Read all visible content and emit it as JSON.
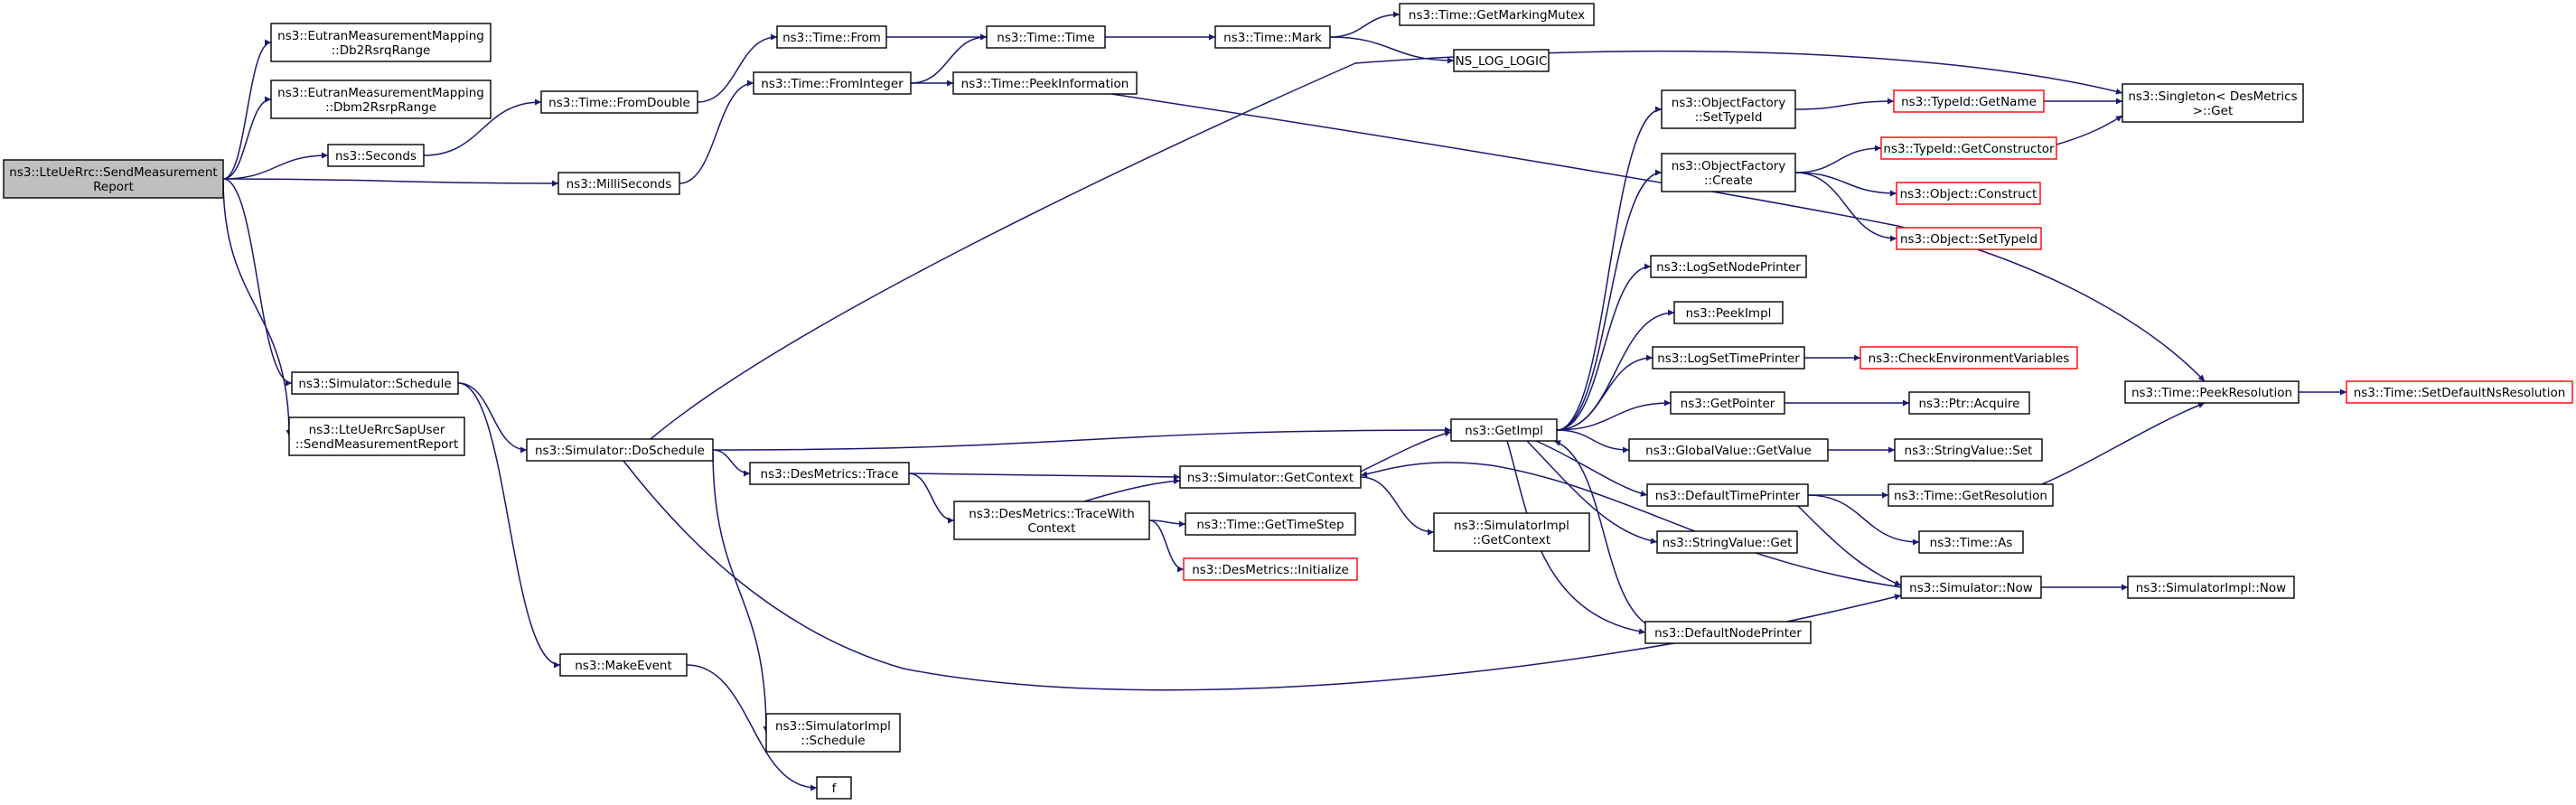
{
  "diagram": {
    "colors": {
      "edge": "#191970",
      "node_border": "#000000",
      "node_border_red": "#ff0000",
      "root_fill": "#bfbfbf",
      "background": "#ffffff"
    },
    "nodes": [
      {
        "id": "root",
        "lines": [
          "ns3::LteUeRrc::SendMeasurement",
          "Report"
        ],
        "kind": "root"
      },
      {
        "id": "db2",
        "lines": [
          "ns3::EutranMeasurementMapping",
          "::Db2RsrqRange"
        ],
        "kind": "normal"
      },
      {
        "id": "dbm2",
        "lines": [
          "ns3::EutranMeasurementMapping",
          "::Dbm2RsrpRange"
        ],
        "kind": "normal"
      },
      {
        "id": "sec",
        "lines": [
          "ns3::Seconds"
        ],
        "kind": "normal"
      },
      {
        "id": "milli",
        "lines": [
          "ns3::MilliSeconds"
        ],
        "kind": "normal"
      },
      {
        "id": "fromdbl",
        "lines": [
          "ns3::Time::FromDouble"
        ],
        "kind": "normal"
      },
      {
        "id": "from",
        "lines": [
          "ns3::Time::From"
        ],
        "kind": "normal"
      },
      {
        "id": "fromint",
        "lines": [
          "ns3::Time::FromInteger"
        ],
        "kind": "normal"
      },
      {
        "id": "time",
        "lines": [
          "ns3::Time::Time"
        ],
        "kind": "normal"
      },
      {
        "id": "peekinfo",
        "lines": [
          "ns3::Time::PeekInformation"
        ],
        "kind": "normal"
      },
      {
        "id": "mark",
        "lines": [
          "ns3::Time::Mark"
        ],
        "kind": "normal"
      },
      {
        "id": "mutex",
        "lines": [
          "ns3::Time::GetMarkingMutex"
        ],
        "kind": "normal"
      },
      {
        "id": "nslog",
        "lines": [
          "NS_LOG_LOGIC"
        ],
        "kind": "normal"
      },
      {
        "id": "sched",
        "lines": [
          "ns3::Simulator::Schedule"
        ],
        "kind": "normal"
      },
      {
        "id": "sapuser",
        "lines": [
          "ns3::LteUeRrcSapUser",
          "::SendMeasurementReport"
        ],
        "kind": "normal"
      },
      {
        "id": "dosched",
        "lines": [
          "ns3::Simulator::DoSchedule"
        ],
        "kind": "normal"
      },
      {
        "id": "mkevent",
        "lines": [
          "ns3::MakeEvent"
        ],
        "kind": "normal"
      },
      {
        "id": "f",
        "lines": [
          "f"
        ],
        "kind": "normal"
      },
      {
        "id": "implsch",
        "lines": [
          "ns3::SimulatorImpl",
          "::Schedule"
        ],
        "kind": "normal"
      },
      {
        "id": "trace",
        "lines": [
          "ns3::DesMetrics::Trace"
        ],
        "kind": "normal"
      },
      {
        "id": "tracewc",
        "lines": [
          "ns3::DesMetrics::TraceWith",
          "Context"
        ],
        "kind": "normal"
      },
      {
        "id": "getctx",
        "lines": [
          "ns3::Simulator::GetContext"
        ],
        "kind": "normal"
      },
      {
        "id": "tstep",
        "lines": [
          "ns3::Time::GetTimeStep"
        ],
        "kind": "normal"
      },
      {
        "id": "dminit",
        "lines": [
          "ns3::DesMetrics::Initialize"
        ],
        "kind": "red"
      },
      {
        "id": "implctx",
        "lines": [
          "ns3::SimulatorImpl",
          "::GetContext"
        ],
        "kind": "normal"
      },
      {
        "id": "getimpl",
        "lines": [
          "ns3::GetImpl"
        ],
        "kind": "normal"
      },
      {
        "id": "ofsettid",
        "lines": [
          "ns3::ObjectFactory",
          "::SetTypeId"
        ],
        "kind": "normal"
      },
      {
        "id": "ofcreate",
        "lines": [
          "ns3::ObjectFactory",
          "::Create"
        ],
        "kind": "normal"
      },
      {
        "id": "lognp",
        "lines": [
          "ns3::LogSetNodePrinter"
        ],
        "kind": "normal"
      },
      {
        "id": "peekimpl",
        "lines": [
          "ns3::PeekImpl"
        ],
        "kind": "normal"
      },
      {
        "id": "logtp",
        "lines": [
          "ns3::LogSetTimePrinter"
        ],
        "kind": "normal"
      },
      {
        "id": "getptr",
        "lines": [
          "ns3::GetPointer"
        ],
        "kind": "normal"
      },
      {
        "id": "gvget",
        "lines": [
          "ns3::GlobalValue::GetValue"
        ],
        "kind": "normal"
      },
      {
        "id": "deftp",
        "lines": [
          "ns3::DefaultTimePrinter"
        ],
        "kind": "normal"
      },
      {
        "id": "svget",
        "lines": [
          "ns3::StringValue::Get"
        ],
        "kind": "normal"
      },
      {
        "id": "defnp",
        "lines": [
          "ns3::DefaultNodePrinter"
        ],
        "kind": "normal"
      },
      {
        "id": "tidname",
        "lines": [
          "ns3::TypeId::GetName"
        ],
        "kind": "red"
      },
      {
        "id": "tidctor",
        "lines": [
          "ns3::TypeId::GetConstructor"
        ],
        "kind": "red"
      },
      {
        "id": "objcon",
        "lines": [
          "ns3::Object::Construct"
        ],
        "kind": "red"
      },
      {
        "id": "objstid",
        "lines": [
          "ns3::Object::SetTypeId"
        ],
        "kind": "red"
      },
      {
        "id": "checkenv",
        "lines": [
          "ns3::CheckEnvironmentVariables"
        ],
        "kind": "red"
      },
      {
        "id": "ptracq",
        "lines": [
          "ns3::Ptr::Acquire"
        ],
        "kind": "normal"
      },
      {
        "id": "svset",
        "lines": [
          "ns3::StringValue::Set"
        ],
        "kind": "normal"
      },
      {
        "id": "getres",
        "lines": [
          "ns3::Time::GetResolution"
        ],
        "kind": "normal"
      },
      {
        "id": "timeas",
        "lines": [
          "ns3::Time::As"
        ],
        "kind": "normal"
      },
      {
        "id": "simnow",
        "lines": [
          "ns3::Simulator::Now"
        ],
        "kind": "normal"
      },
      {
        "id": "singleton",
        "lines": [
          "ns3::Singleton< DesMetrics",
          ">::Get"
        ],
        "kind": "normal"
      },
      {
        "id": "peekres",
        "lines": [
          "ns3::Time::PeekResolution"
        ],
        "kind": "normal"
      },
      {
        "id": "setdefres",
        "lines": [
          "ns3::Time::SetDefaultNsResolution"
        ],
        "kind": "red"
      },
      {
        "id": "implnow",
        "lines": [
          "ns3::SimulatorImpl::Now"
        ],
        "kind": "normal"
      }
    ],
    "edges": [
      [
        "root",
        "db2"
      ],
      [
        "root",
        "dbm2"
      ],
      [
        "root",
        "sec"
      ],
      [
        "root",
        "milli"
      ],
      [
        "root",
        "sched"
      ],
      [
        "root",
        "sapuser"
      ],
      [
        "sec",
        "fromdbl"
      ],
      [
        "fromdbl",
        "from"
      ],
      [
        "from",
        "time"
      ],
      [
        "milli",
        "fromint"
      ],
      [
        "fromint",
        "time"
      ],
      [
        "fromint",
        "peekinfo"
      ],
      [
        "time",
        "mark"
      ],
      [
        "mark",
        "mutex"
      ],
      [
        "mark",
        "nslog"
      ],
      [
        "peekinfo",
        "peekres"
      ],
      [
        "sched",
        "dosched"
      ],
      [
        "sched",
        "mkevent"
      ],
      [
        "mkevent",
        "f"
      ],
      [
        "dosched",
        "singleton"
      ],
      [
        "dosched",
        "getimpl"
      ],
      [
        "dosched",
        "trace"
      ],
      [
        "dosched",
        "implsch"
      ],
      [
        "dosched",
        "simnow"
      ],
      [
        "trace",
        "getctx"
      ],
      [
        "trace",
        "tracewc"
      ],
      [
        "tracewc",
        "getctx"
      ],
      [
        "tracewc",
        "tstep"
      ],
      [
        "tracewc",
        "dminit"
      ],
      [
        "getctx",
        "getimpl"
      ],
      [
        "getctx",
        "implctx"
      ],
      [
        "getimpl",
        "ofsettid"
      ],
      [
        "getimpl",
        "ofcreate"
      ],
      [
        "getimpl",
        "lognp"
      ],
      [
        "getimpl",
        "peekimpl"
      ],
      [
        "getimpl",
        "logtp"
      ],
      [
        "getimpl",
        "getptr"
      ],
      [
        "getimpl",
        "gvget"
      ],
      [
        "getimpl",
        "deftp"
      ],
      [
        "getimpl",
        "svget"
      ],
      [
        "getimpl",
        "defnp"
      ],
      [
        "ofsettid",
        "tidname"
      ],
      [
        "ofcreate",
        "tidctor"
      ],
      [
        "ofcreate",
        "objcon"
      ],
      [
        "ofcreate",
        "objstid"
      ],
      [
        "tidname",
        "singleton"
      ],
      [
        "tidctor",
        "singleton"
      ],
      [
        "logtp",
        "checkenv"
      ],
      [
        "getptr",
        "ptracq"
      ],
      [
        "gvget",
        "svset"
      ],
      [
        "deftp",
        "getres"
      ],
      [
        "deftp",
        "timeas"
      ],
      [
        "deftp",
        "simnow"
      ],
      [
        "getres",
        "peekres"
      ],
      [
        "peekres",
        "setdefres"
      ],
      [
        "simnow",
        "implnow"
      ],
      [
        "simnow",
        "getctx"
      ],
      [
        "defnp",
        "getimpl"
      ]
    ]
  }
}
